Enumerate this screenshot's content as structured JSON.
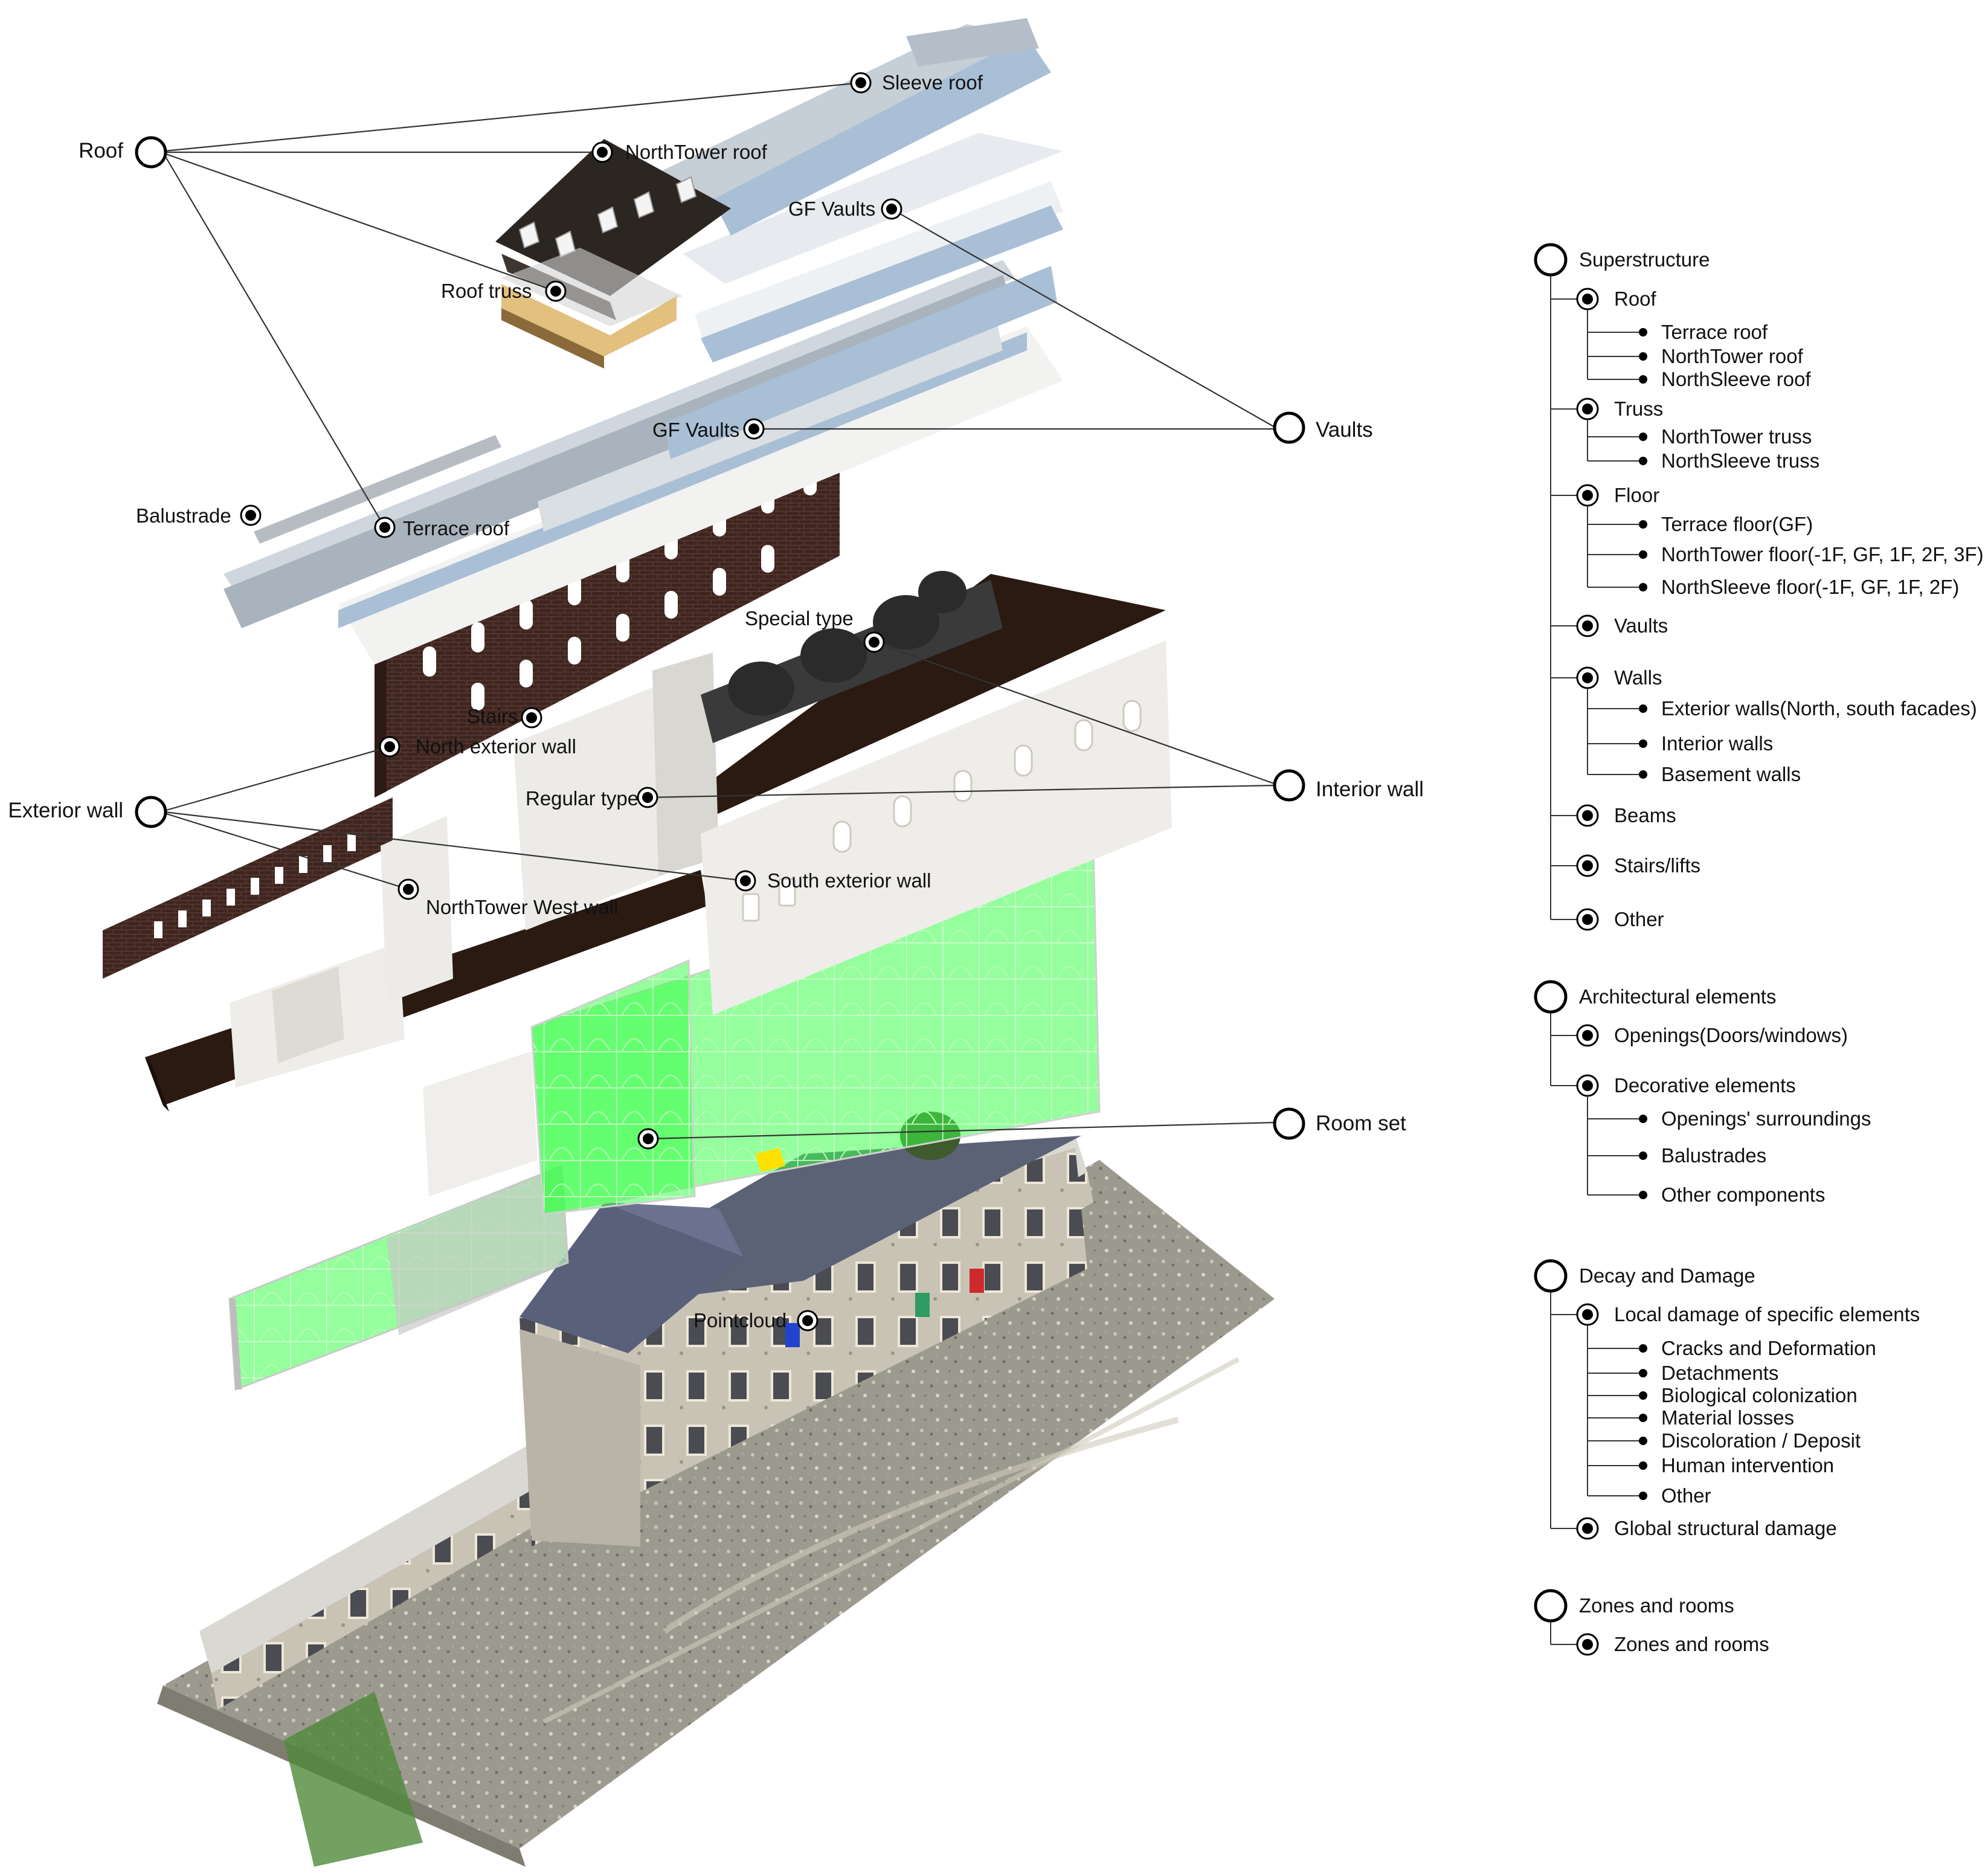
{
  "diagram": {
    "callouts": {
      "roof": "Roof",
      "sleeve_roof": "Sleeve roof",
      "northtower_roof": "NorthTower roof",
      "gf_vaults_top": "GF Vaults",
      "roof_truss": "Roof truss",
      "vaults": "Vaults",
      "gf_vaults_mid": "GF Vaults",
      "balustrade": "Balustrade",
      "terrace_roof": "Terrace roof",
      "special_type": "Special type",
      "stairs": "Stairs",
      "north_exterior_wall": "North exterior wall",
      "exterior_wall": "Exterior wall",
      "regular_type": "Regular type",
      "interior_wall": "Interior wall",
      "south_exterior_wall": "South exterior wall",
      "northtower_west_wall": "NorthTower West wall",
      "room_set": "Room set",
      "pointcloud": "Pointcloud"
    },
    "colors": {
      "brick": "#3e2520",
      "floor": "#2a1a12",
      "white_mass": "#eceae6",
      "roof_dark": "#2c2622",
      "truss": "#e2c07e",
      "vault_blue": "#a9bfd6",
      "room_green": "#3cff4a",
      "pointcloud": "#9a968c"
    }
  },
  "legend": {
    "groups": [
      {
        "title": "Superstructure",
        "items": [
          {
            "label": "Roof",
            "children": [
              "Terrace roof",
              "NorthTower roof",
              "NorthSleeve roof"
            ]
          },
          {
            "label": "Truss",
            "children": [
              "NorthTower truss",
              "NorthSleeve truss"
            ]
          },
          {
            "label": "Floor",
            "children": [
              "Terrace floor(GF)",
              "NorthTower floor(-1F, GF, 1F, 2F, 3F)",
              "NorthSleeve floor(-1F, GF, 1F, 2F)"
            ]
          },
          {
            "label": "Vaults",
            "children": []
          },
          {
            "label": "Walls",
            "children": [
              "Exterior walls(North, south facades)",
              "Interior walls",
              "Basement walls"
            ]
          },
          {
            "label": "Beams",
            "children": []
          },
          {
            "label": "Stairs/lifts",
            "children": []
          },
          {
            "label": "Other",
            "children": []
          }
        ]
      },
      {
        "title": "Architectural elements",
        "items": [
          {
            "label": "Openings(Doors/windows)",
            "children": []
          },
          {
            "label": "Decorative elements",
            "children": [
              "Openings' surroundings",
              "Balustrades",
              "Other components"
            ]
          }
        ]
      },
      {
        "title": "Decay and Damage",
        "items": [
          {
            "label": "Local damage of specific elements",
            "children": [
              "Cracks and Deformation",
              "Detachments",
              "Biological colonization",
              "Material losses",
              "Discoloration / Deposit",
              "Human intervention",
              "Other"
            ]
          },
          {
            "label": "Global structural damage",
            "children": []
          }
        ]
      },
      {
        "title": "Zones and rooms",
        "items": [
          {
            "label": "Zones and rooms",
            "children": []
          }
        ]
      }
    ]
  }
}
